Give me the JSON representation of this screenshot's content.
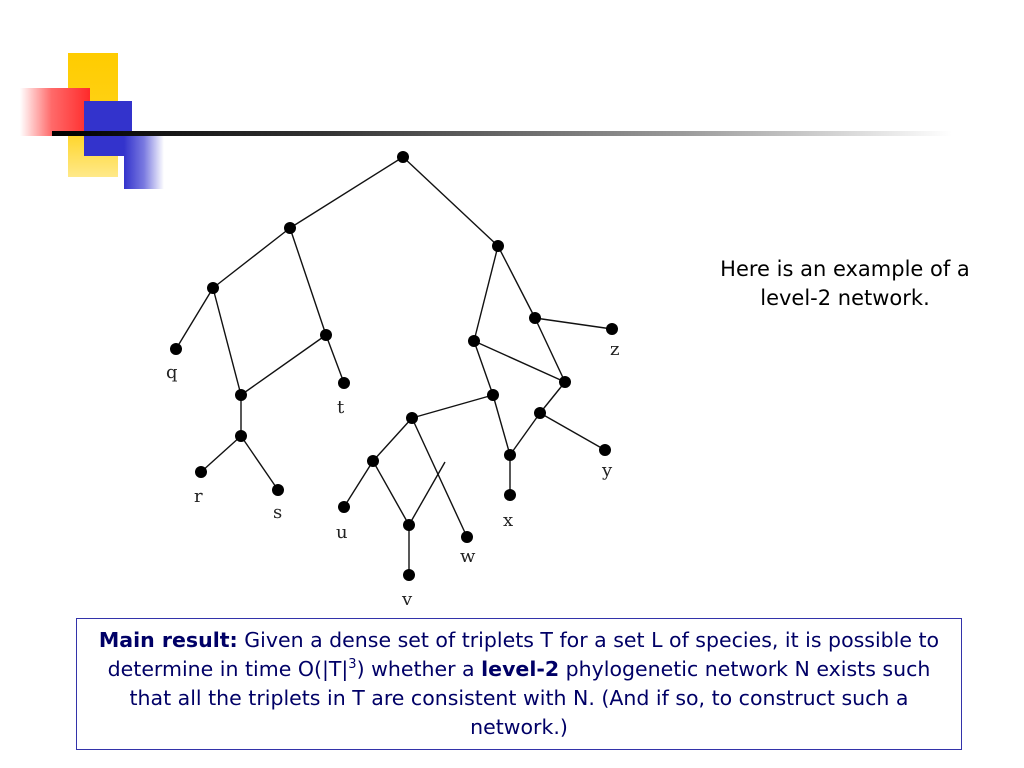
{
  "caption": {
    "line1": "Here is an example of a",
    "line2": "level-2 network."
  },
  "main_result": {
    "label": "Main result:",
    "part1": " Given a dense set of triplets T for a set L of species, it is possible to determine in time O(|T|",
    "exponent": "3",
    "part2": ") whether a ",
    "bold_term": "level-2",
    "part3": " phylogenetic network N exists such that all the triplets in T are consistent with N. (And if so, to construct such a network.)"
  },
  "network": {
    "leaves": {
      "q": "q",
      "r": "r",
      "s": "s",
      "t": "t",
      "u": "u",
      "v": "v",
      "w": "w",
      "x": "x",
      "y": "y",
      "z": "z"
    }
  },
  "colors": {
    "accent_yellow": "#ffcc00",
    "accent_red": "#ff3333",
    "accent_blue": "#3333cc",
    "text_blue": "#000066",
    "box_border": "#3333aa"
  }
}
